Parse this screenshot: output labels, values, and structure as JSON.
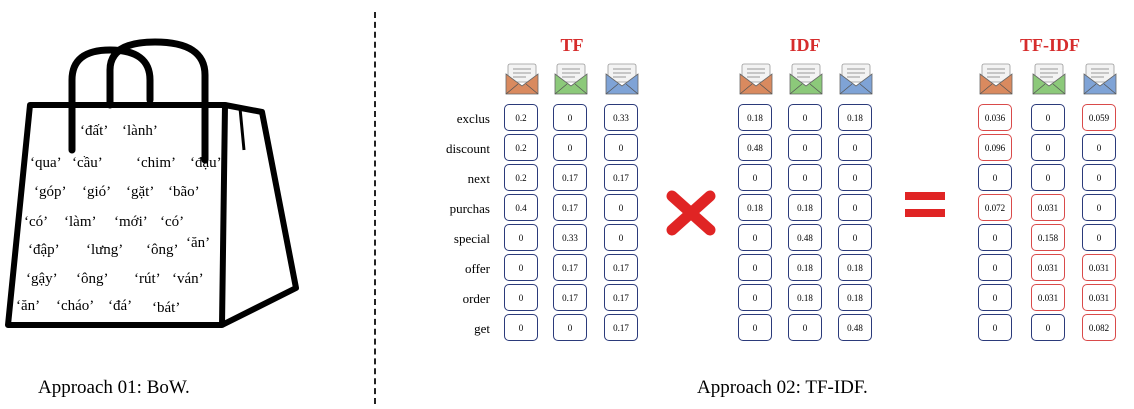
{
  "bow": {
    "words": [
      "‘đất’",
      "‘lành’",
      "‘qua’",
      "‘cầu’",
      "‘chim’",
      "‘đậu’",
      "‘góp’",
      "‘gió’",
      "‘gặt’",
      "‘bão’",
      "‘có’",
      "‘làm’",
      "‘mới’",
      "‘có’",
      "‘đập’",
      "‘lưng’",
      "‘ông’",
      "‘ăn’",
      "‘gậy’",
      "‘ông’",
      "‘rút’",
      "‘ván’",
      "‘ăn’",
      "‘cháo’",
      "‘đá’",
      "‘bát’"
    ],
    "caption": "Approach 01: BoW."
  },
  "tfidf": {
    "caption": "Approach 02: TF-IDF.",
    "terms": [
      "exclus",
      "discount",
      "next",
      "purchas",
      "special",
      "offer",
      "order",
      "get"
    ],
    "documents": [
      {
        "icon": "envelope-orange-icon",
        "color": "#d98a5f"
      },
      {
        "icon": "envelope-green-icon",
        "color": "#8cc97a"
      },
      {
        "icon": "envelope-blue-icon",
        "color": "#7fa3d6"
      }
    ],
    "tf": {
      "label": "TF",
      "columns": [
        [
          "0.2",
          "0.2",
          "0.2",
          "0.4",
          "0",
          "0",
          "0",
          "0"
        ],
        [
          "0",
          "0",
          "0.17",
          "0.17",
          "0.33",
          "0.17",
          "0.17",
          "0"
        ],
        [
          "0.33",
          "0",
          "0.17",
          "0",
          "0",
          "0.17",
          "0.17",
          "0.17"
        ]
      ]
    },
    "idf": {
      "label": "IDF",
      "columns": [
        [
          "0.18",
          "0.48",
          "0",
          "0.18",
          "0",
          "0",
          "0",
          "0"
        ],
        [
          "0",
          "0",
          "0",
          "0.18",
          "0.48",
          "0.18",
          "0.18",
          "0"
        ],
        [
          "0.18",
          "0",
          "0",
          "0",
          "0",
          "0.18",
          "0.18",
          "0.48"
        ]
      ]
    },
    "result": {
      "label": "TF-IDF",
      "columns": [
        [
          "0.036",
          "0.096",
          "0",
          "0.072",
          "0",
          "0",
          "0",
          "0"
        ],
        [
          "0",
          "0",
          "0",
          "0.031",
          "0.158",
          "0.031",
          "0.031",
          "0"
        ],
        [
          "0.059",
          "0",
          "0",
          "0",
          "0",
          "0.031",
          "0.031",
          "0.082"
        ]
      ],
      "highlight": [
        [
          true,
          true,
          false,
          true,
          false,
          false,
          false,
          false
        ],
        [
          false,
          false,
          false,
          true,
          true,
          true,
          true,
          false
        ],
        [
          true,
          false,
          false,
          false,
          false,
          true,
          true,
          true
        ]
      ]
    },
    "colors": {
      "accent": "#d62c2c",
      "cell_border": "#2b3a7a",
      "highlight_border": "#d94a4a"
    }
  }
}
